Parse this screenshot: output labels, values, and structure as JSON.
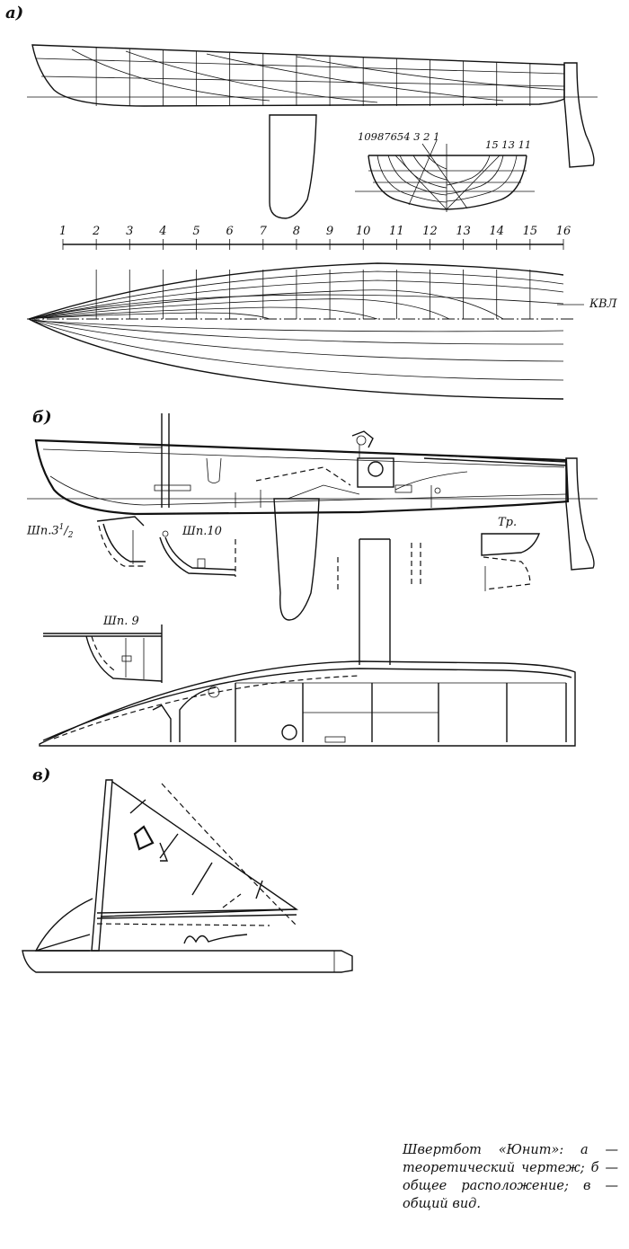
{
  "labels": {
    "section_a": "а)",
    "section_b": "б)",
    "section_v": "в)",
    "kvl": "КВЛ",
    "frame_35_prefix": "Шп.3",
    "frame_35_sup": "1",
    "frame_35_sub": "2",
    "frame_10": "Шп.10",
    "frame_9": "Шп. 9",
    "transom": "Тр.",
    "body_left_numbers": "10987654 3 2 1",
    "body_right_numbers": "15 13 11"
  },
  "stations": [
    "1",
    "2",
    "3",
    "4",
    "5",
    "6",
    "7",
    "8",
    "9",
    "10",
    "11",
    "12",
    "13",
    "14",
    "15",
    "16"
  ],
  "caption": "Швертбот «Юнит»: а — теоретический чертеж; б — общее расположение; в — общий вид."
}
